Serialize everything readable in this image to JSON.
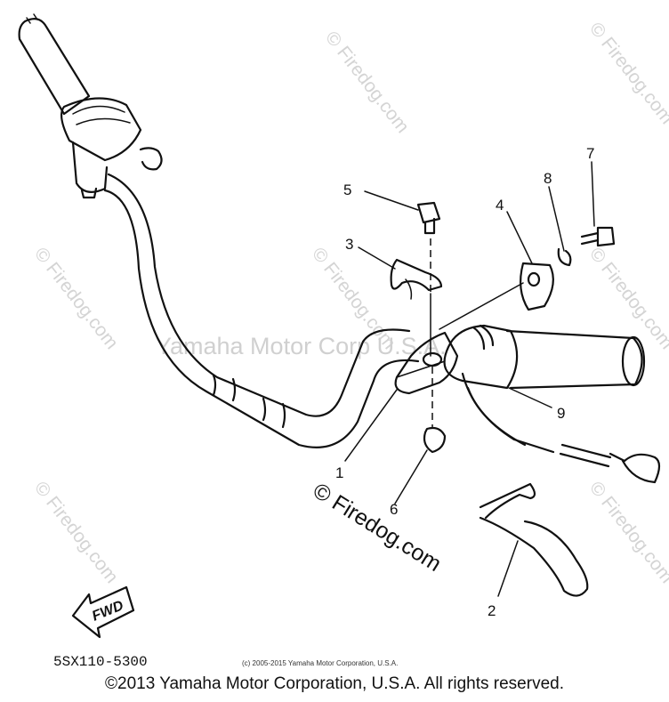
{
  "watermarks": {
    "repeat_text": "© Firedog.com",
    "main_text": "© Firedog.com",
    "center_text": "Yamaha Motor Corp U.S.A."
  },
  "parts": [
    {
      "number": "1"
    },
    {
      "number": "2"
    },
    {
      "number": "3"
    },
    {
      "number": "4"
    },
    {
      "number": "5"
    },
    {
      "number": "6"
    },
    {
      "number": "7"
    },
    {
      "number": "8"
    },
    {
      "number": "9"
    }
  ],
  "fwd_label": "FWD",
  "diagram_code": "5SX110-5300",
  "small_copyright": "(c) 2005-2015 Yamaha Motor Corporation, U.S.A.",
  "footer_copyright": "©2013 Yamaha Motor Corporation, U.S.A. All rights reserved."
}
